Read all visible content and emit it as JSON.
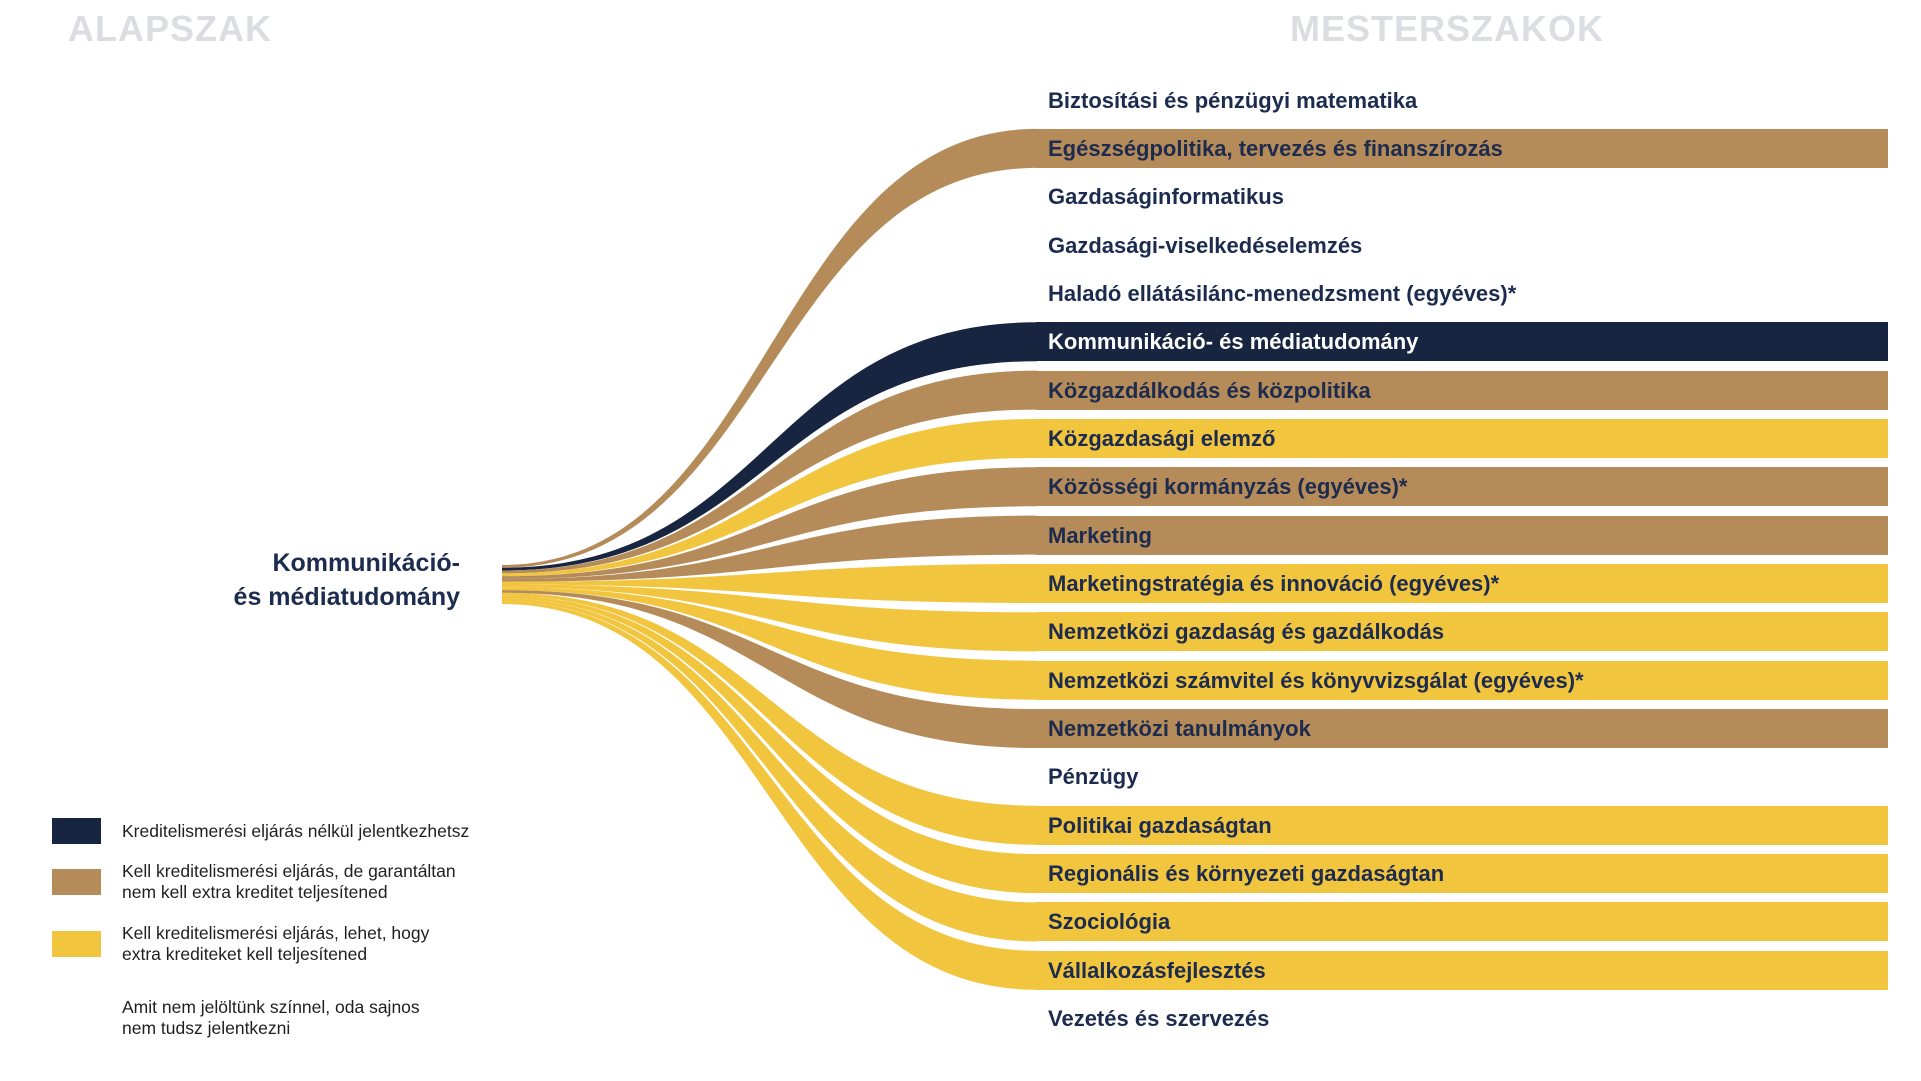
{
  "headers": {
    "left": "ALAPSZAK",
    "right": "MESTERSZAKOK"
  },
  "source_label": {
    "line1": "Kommunikáció-",
    "line2": "és médiatudomány"
  },
  "colors": {
    "navy": "#172540",
    "brown": "#B58C59",
    "yellow": "#F2C53E",
    "header_gray": "#DBDDE1",
    "label_navy": "#1C2B4E",
    "bar_text_light": "#FFFFFF",
    "legend_text": "#1F1F1F"
  },
  "chart_data": {
    "type": "sankey",
    "title": "",
    "source": "Kommunikáció- és médiatudomány",
    "category_meaning": {
      "navy": "Kreditelismerési eljárás nélkül jelentkezhetsz",
      "brown": "Kell kreditelismerési eljárás, de garantáltan nem kell extra kreditet teljesítened",
      "yellow": "Kell kreditelismerési eljárás, lehet, hogy extra krediteket kell teljesítened",
      "none": "Amit nem jelöltünk színnel, oda sajnos nem tudsz jelentkezni"
    },
    "targets": [
      {
        "label": "Biztosítási és pénzügyi matematika",
        "category": "none"
      },
      {
        "label": "Egészségpolitika, tervezés és finanszírozás",
        "category": "brown"
      },
      {
        "label": "Gazdaságinformatikus",
        "category": "none"
      },
      {
        "label": "Gazdasági-viselkedéselemzés",
        "category": "none"
      },
      {
        "label": "Haladó ellátásilánc-menedzsment (egyéves)*",
        "category": "none"
      },
      {
        "label": "Kommunikáció- és médiatudomány",
        "category": "navy"
      },
      {
        "label": "Közgazdálkodás és közpolitika",
        "category": "brown"
      },
      {
        "label": "Közgazdasági elemző",
        "category": "yellow"
      },
      {
        "label": "Közösségi kormányzás (egyéves)*",
        "category": "brown"
      },
      {
        "label": "Marketing",
        "category": "brown"
      },
      {
        "label": "Marketingstratégia és innováció (egyéves)*",
        "category": "yellow"
      },
      {
        "label": "Nemzetközi gazdaság és gazdálkodás",
        "category": "yellow"
      },
      {
        "label": "Nemzetközi számvitel és könyvvizsgálat (egyéves)*",
        "category": "yellow"
      },
      {
        "label": "Nemzetközi tanulmányok",
        "category": "brown"
      },
      {
        "label": "Pénzügy",
        "category": "none"
      },
      {
        "label": "Politikai gazdaságtan",
        "category": "yellow"
      },
      {
        "label": "Regionális és környezeti gazdaságtan",
        "category": "yellow"
      },
      {
        "label": "Szociológia",
        "category": "yellow"
      },
      {
        "label": "Vállalkozásfejlesztés",
        "category": "yellow"
      },
      {
        "label": "Vezetés és szervezés",
        "category": "none"
      }
    ]
  },
  "legend": [
    {
      "category": "navy",
      "lines": [
        "Kreditelismerési eljárás nélkül jelentkezhetsz"
      ]
    },
    {
      "category": "brown",
      "lines": [
        "Kell kreditelismerési eljárás, de garantáltan",
        "nem kell extra kreditet teljesítened"
      ]
    },
    {
      "category": "yellow",
      "lines": [
        "Kell kreditelismerési eljárás, lehet, hogy",
        "extra krediteket kell teljesítened"
      ]
    },
    {
      "category": "none",
      "lines": [
        "Amit nem jelöltünk színnel, oda sajnos",
        "nem tudsz jelentkezni"
      ]
    }
  ]
}
